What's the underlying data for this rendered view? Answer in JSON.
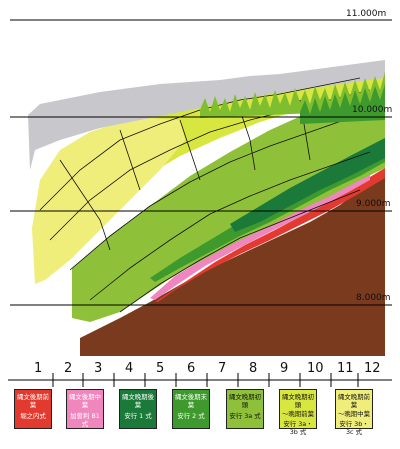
{
  "elevation_labels": [
    "11.000m",
    "10.000m",
    "9.000m",
    "8.000m"
  ],
  "columns": [
    "1",
    "2",
    "3",
    "4",
    "5",
    "6",
    "7",
    "8",
    "9",
    "10",
    "11",
    "12"
  ],
  "legend": [
    {
      "line1": "縄文後期前葉",
      "line2": "堀之内式",
      "color": "#e23a2f",
      "text": "light"
    },
    {
      "line1": "縄文後期中葉",
      "line2": "加曽利 B1 式",
      "color": "#ef86bd",
      "text": "light"
    },
    {
      "line1": "縄文晩期後葉",
      "line2": "安行 1 式",
      "color": "#1b7a3a",
      "text": "light"
    },
    {
      "line1": "縄文後期末葉",
      "line2": "安行 2 式",
      "color": "#3f9a2e",
      "text": "light"
    },
    {
      "line1": "縄文晩期初頭",
      "line2": "安行 3a 式",
      "color": "#8ec03a",
      "text": "dark"
    },
    {
      "line1": "縄文晩期初頭\n〜晩期前葉",
      "line2": "安行 3a・3b 式",
      "color": "#d8e640",
      "text": "dark"
    },
    {
      "line1": "縄文晩期前葉\n〜晩期中葉",
      "line2": "安行 3b・3c 式",
      "color": "#f0ee7a",
      "text": "dark"
    }
  ]
}
